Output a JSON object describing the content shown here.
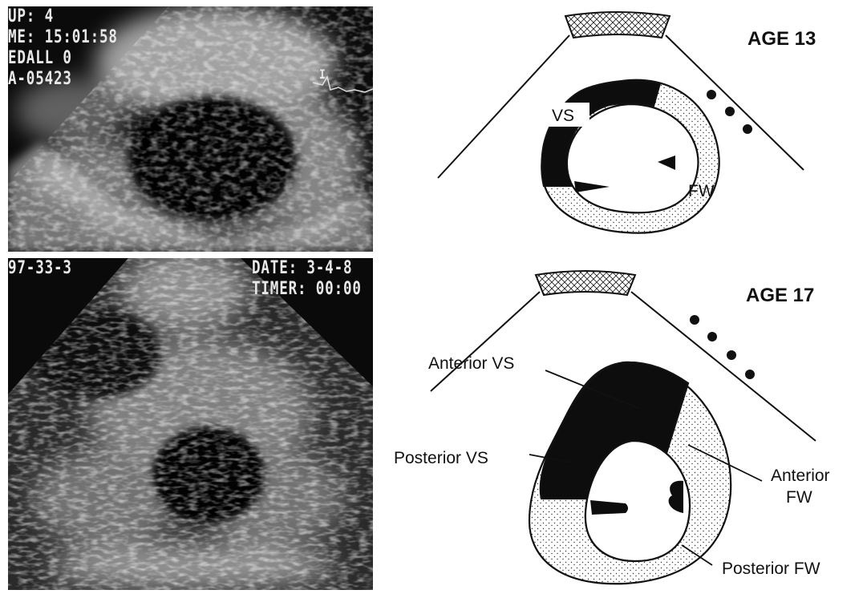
{
  "echo_top": {
    "overlay_lines": [
      "UP: 4",
      "ME: 15:01:58",
      "EDALL 0",
      "A-05423"
    ],
    "marker": "I"
  },
  "echo_bottom": {
    "overlay_left": "97-33-3",
    "overlay_right": [
      "DATE: 3-4-8",
      "TIMER: 00:00"
    ]
  },
  "diagram_top": {
    "age_label": "AGE 13",
    "labels": {
      "vs": "VS",
      "fw": "FW"
    }
  },
  "diagram_bottom": {
    "age_label": "AGE 17",
    "labels": {
      "anterior_vs": "Anterior VS",
      "posterior_vs": "Posterior VS",
      "anterior_fw_line1": "Anterior",
      "anterior_fw_line2": "FW",
      "posterior_fw": "Posterior FW"
    }
  },
  "colors": {
    "wall_dark": "#0d0d0d",
    "wall_stipple": "#ffffff",
    "ink": "#111111"
  }
}
